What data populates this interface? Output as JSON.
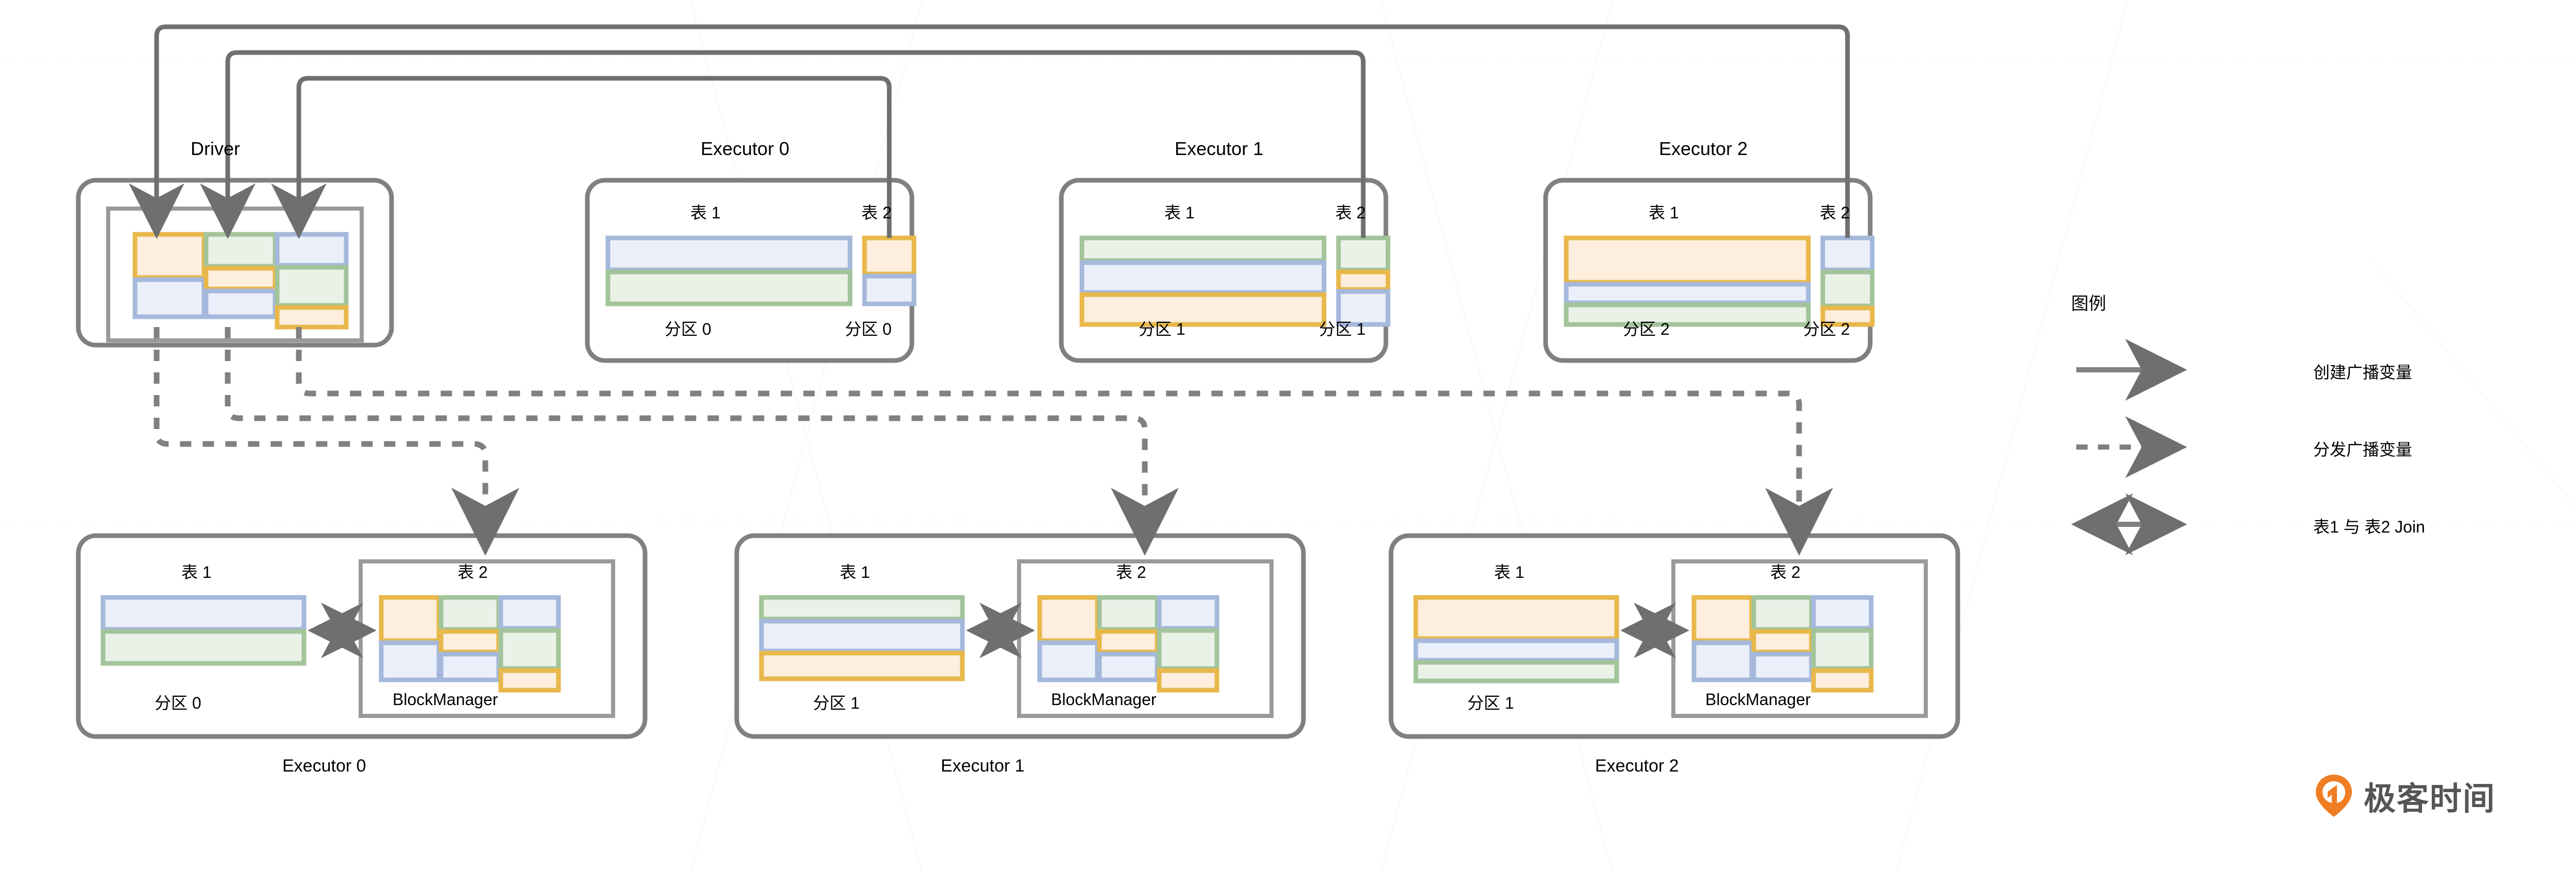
{
  "diagram": {
    "title_top_nodes": [
      {
        "id": "driver",
        "label": "Driver"
      },
      {
        "id": "executor0_top",
        "label": "Executor 0"
      },
      {
        "id": "executor1_top",
        "label": "Executor 1"
      },
      {
        "id": "executor2_top",
        "label": "Executor 2"
      }
    ],
    "top_executors": [
      {
        "name": "Executor 0",
        "table1_label": "表 1",
        "table2_label": "表 2",
        "table1_partition": "分区 0",
        "table2_partition": "分区 0",
        "table1_stripes": [
          "blue",
          "green"
        ],
        "table2_stripes": [
          "orange",
          "blue"
        ]
      },
      {
        "name": "Executor 1",
        "table1_label": "表 1",
        "table2_label": "表 2",
        "table1_partition": "分区 1",
        "table2_partition": "分区 1",
        "table1_stripes": [
          "green",
          "blue",
          "orange"
        ],
        "table2_stripes": [
          "green",
          "orange",
          "blue"
        ]
      },
      {
        "name": "Executor 2",
        "table1_label": "表 1",
        "table2_label": "表 2",
        "table1_partition": "分区 2",
        "table2_partition": "分区 2",
        "table1_stripes": [
          "orange",
          "blue",
          "green"
        ],
        "table2_stripes": [
          "blue",
          "green",
          "orange"
        ]
      }
    ],
    "driver": {
      "label": "Driver",
      "grid_columns": [
        {
          "cells": [
            {
              "color": "orange",
              "weight": 2
            },
            {
              "color": "blue",
              "weight": 2
            }
          ]
        },
        {
          "cells": [
            {
              "color": "green",
              "weight": 2
            },
            {
              "color": "orange",
              "weight": 1
            },
            {
              "color": "blue",
              "weight": 2
            }
          ]
        },
        {
          "cells": [
            {
              "color": "blue",
              "weight": 2
            },
            {
              "color": "green",
              "weight": 2
            },
            {
              "color": "orange",
              "weight": 1
            }
          ]
        }
      ]
    },
    "bottom_executors": [
      {
        "name": "Executor 0",
        "table1_label": "表 1",
        "table2_label": "表 2",
        "table1_partition": "分区 0",
        "blockmanager_label": "BlockManager",
        "table1_stripes": [
          "blue",
          "green"
        ]
      },
      {
        "name": "Executor 1",
        "table1_label": "表 1",
        "table2_label": "表 2",
        "table1_partition": "分区 1",
        "blockmanager_label": "BlockManager",
        "table1_stripes": [
          "green",
          "blue",
          "orange"
        ]
      },
      {
        "name": "Executor 2",
        "table1_label": "表 1",
        "table2_label": "表 2",
        "table1_partition": "分区 1",
        "blockmanager_label": "BlockManager",
        "table1_stripes": [
          "orange",
          "blue",
          "green"
        ]
      }
    ],
    "legend": {
      "title": "图例",
      "items": [
        {
          "style": "solid-arrow",
          "label": "创建广播变量"
        },
        {
          "style": "dashed-arrow",
          "label": "分发广播变量"
        },
        {
          "style": "double-arrow",
          "label": "表1 与 表2 Join"
        }
      ]
    },
    "logo": {
      "text": "极客时间",
      "mark_color": "#ef7d23",
      "text_color": "#555555"
    },
    "colors": {
      "orange_fill": "#fdeedd",
      "orange_border": "#e8b84b",
      "green_fill": "#eaf2e8",
      "green_border": "#a3c49a",
      "blue_fill": "#eaeff9",
      "blue_border": "#a5b8dc",
      "line": "#808080",
      "box_border": "#808080",
      "inner_border": "#9a9a9a"
    }
  }
}
